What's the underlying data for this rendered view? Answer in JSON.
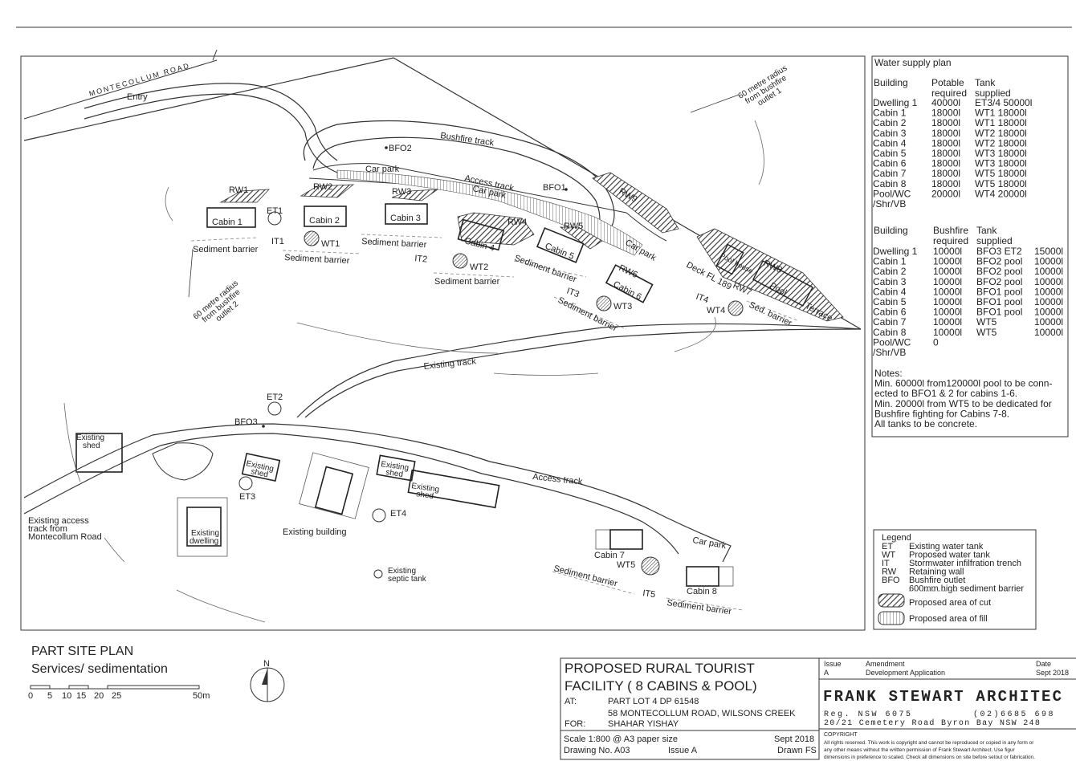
{
  "site": {
    "road": "MONTECOLLUM ROAD",
    "entry": "Entry",
    "bushfire_track": "Bushfire track",
    "car_park": "Car park",
    "access_track": "Access track",
    "existing_track": "Existing track",
    "bfo2": "BFO2",
    "bfo1": "BFO1",
    "bfo3": "BFO3",
    "radius_1": [
      "60 metre radius",
      "from bushfire",
      "outlet 1"
    ],
    "radius_2": [
      "60 metre radius",
      "from bushfire",
      "outlet 2"
    ],
    "rw": [
      "RW1",
      "RW2",
      "RW3",
      "RW4",
      "RW5",
      "RW6",
      "RW7",
      "RW8",
      "RW9"
    ],
    "cabins": [
      "Cabin 1",
      "Cabin 2",
      "Cabin 3",
      "Cabin 4",
      "Cabin 5",
      "Cabin 6",
      "Cabin 7",
      "Cabin 8"
    ],
    "et": [
      "ET1",
      "ET2",
      "ET3",
      "ET4"
    ],
    "wt": [
      "WT1",
      "WT2",
      "WT3",
      "WT4",
      "WT5"
    ],
    "it": [
      "IT1",
      "IT2",
      "IT3",
      "IT4",
      "IT5"
    ],
    "sediment_barrier": "Sediment barrier",
    "sed_barrier": "Sed. barrier",
    "deck": "Deck FL 189",
    "pool_house": "Pool house",
    "pool": "Pool",
    "terrace": "Terrace",
    "existing_shed": [
      "Existing",
      "shed"
    ],
    "existing_building": "Existing building",
    "existing_dwelling": [
      "Existing",
      "dwelling"
    ],
    "existing_septic": [
      "Existing",
      "septic tank"
    ],
    "existing_access": [
      "Existing access",
      "track from",
      "Montecollum Road"
    ]
  },
  "water_supply": {
    "title": "Water supply plan",
    "potable_headers": [
      "Building",
      "Potable",
      "required",
      "Tank",
      "supplied"
    ],
    "potable_rows": [
      [
        "Dwelling 1",
        "40000l",
        "ET3/4 50000l"
      ],
      [
        "Cabin 1",
        "18000l",
        "WT1  18000l"
      ],
      [
        "Cabin 2",
        "18000l",
        "WT1  18000l"
      ],
      [
        "Cabin 3",
        "18000l",
        "WT2  18000l"
      ],
      [
        "Cabin 4",
        "18000l",
        "WT2  18000l"
      ],
      [
        "Cabin 5",
        "18000l",
        "WT3  18000l"
      ],
      [
        "Cabin 6",
        "18000l",
        "WT3  18000l"
      ],
      [
        "Cabin 7",
        "18000l",
        "WT5  18000l"
      ],
      [
        "Cabin 8",
        "18000l",
        "WT5  18000l"
      ],
      [
        "Pool/WC",
        "20000l",
        "WT4  20000l"
      ],
      [
        "/Shr/VB",
        "",
        ""
      ]
    ],
    "bushfire_headers": [
      "Building",
      "Bushfire",
      "required",
      "Tank",
      "supplied"
    ],
    "bushfire_rows": [
      [
        "Dwelling 1",
        "10000l",
        "BFO3 ET2",
        "15000l"
      ],
      [
        "Cabin 1",
        "10000l",
        "BFO2 pool",
        "10000l"
      ],
      [
        "Cabin 2",
        "10000l",
        "BFO2 pool",
        "10000l"
      ],
      [
        "Cabin 3",
        "10000l",
        "BFO2 pool",
        "10000l"
      ],
      [
        "Cabin 4",
        "10000l",
        "BFO1 pool",
        "10000l"
      ],
      [
        "Cabin 5",
        "10000l",
        "BFO1 pool",
        "10000l"
      ],
      [
        "Cabin 6",
        "10000l",
        "BFO1 pool",
        "10000l"
      ],
      [
        "Cabin 7",
        "10000l",
        "WT5",
        "10000l"
      ],
      [
        "Cabin 8",
        "10000l",
        "WT5",
        "10000l"
      ],
      [
        "Pool/WC",
        "0",
        "",
        ""
      ],
      [
        "/Shr/VB",
        "",
        "",
        ""
      ]
    ],
    "notes": [
      "Notes:",
      "Min. 60000l from120000l pool to be conn-",
      "ected to BFO1 & 2 for cabins 1-6.",
      "Min. 20000l from WT5 to be dedicated for",
      "Bushfire fighting for Cabins 7-8.",
      "All tanks to be concrete."
    ]
  },
  "legend": {
    "title": "Legend",
    "items": [
      [
        "ET",
        "Existing water tank"
      ],
      [
        "WT",
        "Proposed water tank"
      ],
      [
        "IT",
        "Stormwater infilfration trench"
      ],
      [
        "RW",
        "Retaining wall"
      ],
      [
        "BFO",
        "Bushfire outlet"
      ],
      [
        "",
        "600mm high sediment barrier"
      ]
    ],
    "cut": "Proposed area of cut",
    "fill": "Proposed area of fill"
  },
  "plan_title": {
    "line1": "PART SITE PLAN",
    "line2": "Services/ sedimentation",
    "scale_ticks": [
      "0",
      "5",
      "10",
      "15",
      "20",
      "25",
      "50m"
    ],
    "north": "N"
  },
  "title_block": {
    "project_1": "PROPOSED RURAL TOURIST",
    "project_2": "FACILITY  ( 8 CABINS & POOL)",
    "at_label": "AT:",
    "at_1": "PART LOT 4 DP 61548",
    "at_2": "58 MONTECOLLUM ROAD, WILSONS CREEK",
    "for_label": "FOR:",
    "for_value": "SHAHAR YISHAY",
    "scale": "Scale 1:800 @ A3 paper size",
    "date": "Sept 2018",
    "drawing_no": "Drawing No.  A03",
    "issue": "Issue  A",
    "drawn": "Drawn FS",
    "issue_header": "Issue",
    "amendment_header": "Amendment",
    "date_header": "Date",
    "issue_value": "A",
    "amendment_value": "Development Application",
    "date_value": "Sept 2018",
    "firm": "FRANK STEWART  ARCHITEC",
    "reg_1": "Reg. NSW 6075",
    "reg_2": "(02)6685 698",
    "addr_1": "20/21 Cemetery Road  Byron Bay  NSW  248",
    "copyright_title": "COPYRIGHT",
    "copyright": [
      "All rights reserved. This work is copyright and cannot be reproduced or copied in any form or",
      "any other means without the written permission of Frank Stewart Architect. Use figur",
      "dimensions in preference to scaled. Check all dimensions on site before setout or fabrication."
    ]
  }
}
